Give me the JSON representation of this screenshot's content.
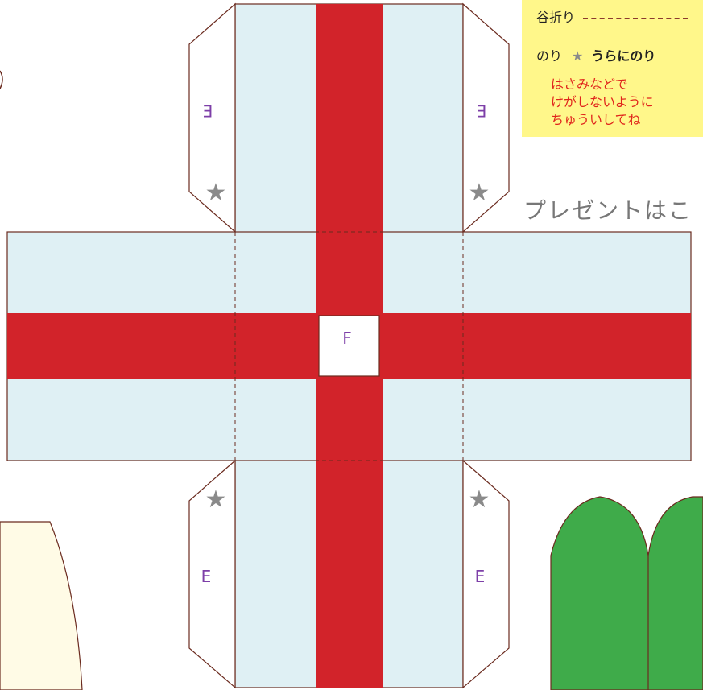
{
  "legend": {
    "valley_fold": "谷折り",
    "glue": "のり",
    "glue_star": "★",
    "glue_back": "うらにのり",
    "warning": [
      "はさみなどで",
      "けがしないように",
      "ちゅういしてね"
    ]
  },
  "caption": "プレゼントはこ",
  "net": {
    "face_center": "F",
    "tab_top_left": "E",
    "tab_top_right": "E",
    "tab_bottom_left": "E",
    "tab_bottom_right": "E",
    "glue_mark": "★"
  },
  "colors": {
    "box": "#dff0f4",
    "ribbon": "#d2232a",
    "outline": "#6b2b1f",
    "letters": "#7d3fa8",
    "star": "#8a8a8a",
    "legend_bg": "#fff78a",
    "warning": "#e0251c",
    "tree": "#3fab4a",
    "cream": "#fffbe6"
  }
}
